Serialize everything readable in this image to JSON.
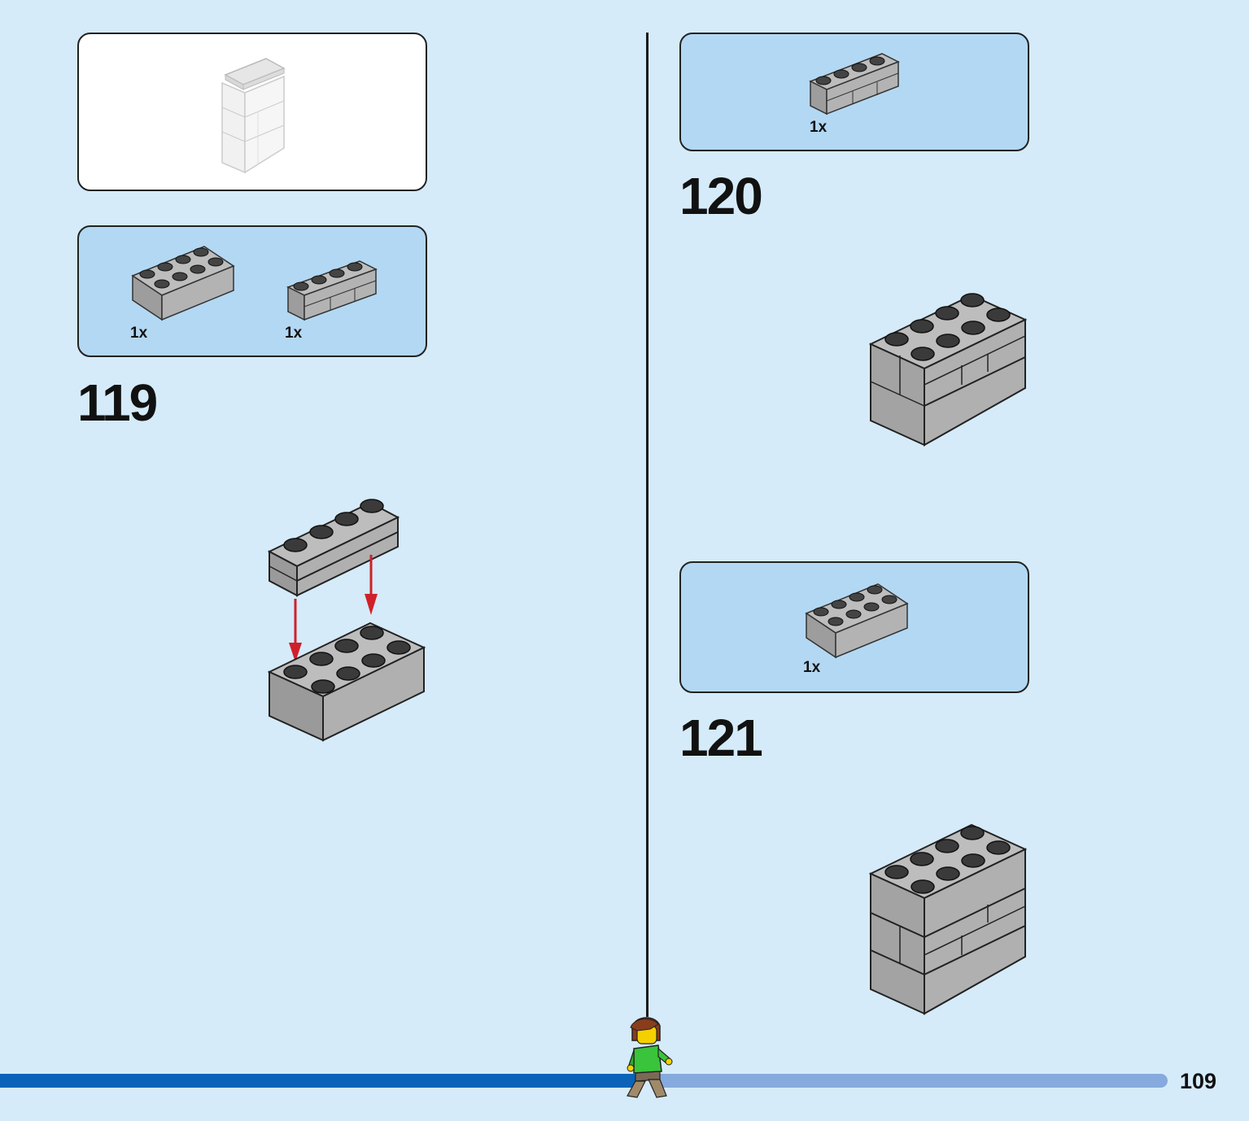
{
  "overview": {
    "label": ""
  },
  "steps": [
    {
      "number": "119",
      "parts": [
        {
          "name": "2x4 brick",
          "quantity": "1x",
          "color": "#aaaaaa"
        },
        {
          "name": "1x4 masonry brick",
          "quantity": "1x",
          "color": "#aaaaaa"
        }
      ]
    },
    {
      "number": "120",
      "parts": [
        {
          "name": "1x4 masonry brick",
          "quantity": "1x",
          "color": "#aaaaaa"
        }
      ]
    },
    {
      "number": "121",
      "parts": [
        {
          "name": "2x4 brick",
          "quantity": "1x",
          "color": "#aaaaaa"
        }
      ]
    }
  ],
  "progress": {
    "fraction_complete": 0.52
  },
  "page_number": "109",
  "colors": {
    "background": "#d5ebf9",
    "parts_box": "#b3d8f3",
    "brick_gray": "#aaaaaa",
    "arrow_red": "#d0202a",
    "progress_done": "#0a63b8",
    "progress_todo": "#86aadd"
  },
  "icons": {
    "arrow": "down-arrow-icon",
    "mascot": "minifigure-icon"
  }
}
